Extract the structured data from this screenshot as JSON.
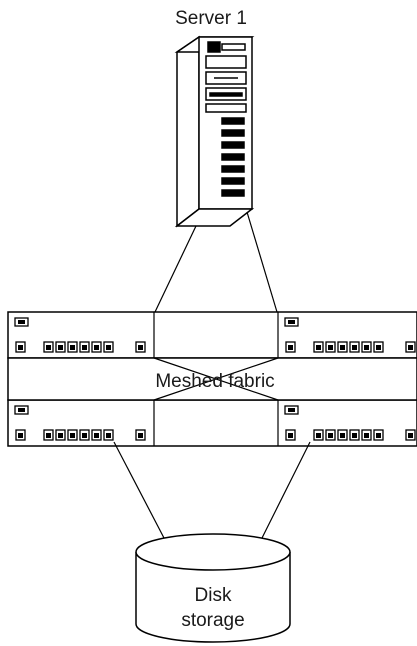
{
  "server": {
    "label": "Server 1",
    "icon": "tower-server-icon"
  },
  "fabric": {
    "label": "Meshed fabric",
    "icon": "switch-icon"
  },
  "storage": {
    "label_line1": "Disk",
    "label_line2": "storage",
    "icon": "disk-cylinder-icon"
  },
  "colors": {
    "stroke": "#000000",
    "fill": "#ffffff"
  }
}
